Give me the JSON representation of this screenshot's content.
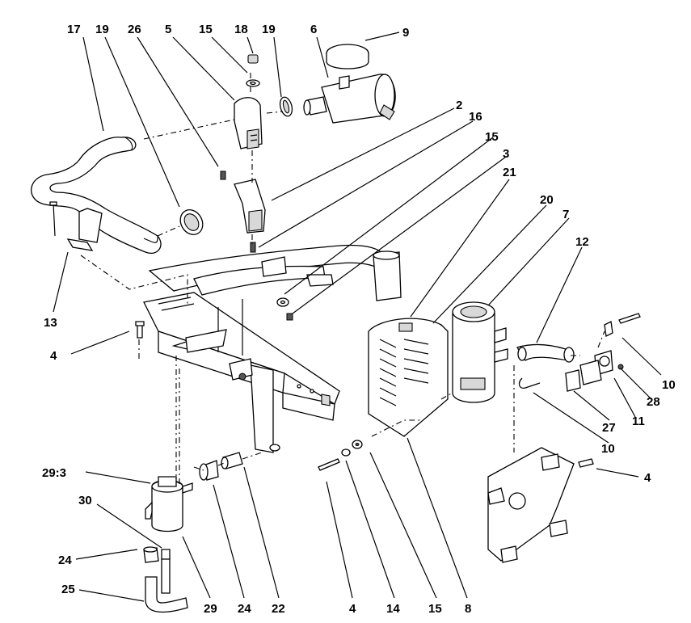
{
  "callouts": [
    {
      "id": "c17",
      "label": "17"
    },
    {
      "id": "c19a",
      "label": "19"
    },
    {
      "id": "c26",
      "label": "26"
    },
    {
      "id": "c5",
      "label": "5"
    },
    {
      "id": "c15a",
      "label": "15"
    },
    {
      "id": "c18",
      "label": "18"
    },
    {
      "id": "c19b",
      "label": "19"
    },
    {
      "id": "c6",
      "label": "6"
    },
    {
      "id": "c9",
      "label": "9"
    },
    {
      "id": "c2",
      "label": "2"
    },
    {
      "id": "c16",
      "label": "16"
    },
    {
      "id": "c15b",
      "label": "15"
    },
    {
      "id": "c3",
      "label": "3"
    },
    {
      "id": "c21",
      "label": "21"
    },
    {
      "id": "c20",
      "label": "20"
    },
    {
      "id": "c7",
      "label": "7"
    },
    {
      "id": "c12",
      "label": "12"
    },
    {
      "id": "c13",
      "label": "13"
    },
    {
      "id": "c4a",
      "label": "4"
    },
    {
      "id": "c10a",
      "label": "10"
    },
    {
      "id": "c28",
      "label": "28"
    },
    {
      "id": "c11",
      "label": "11"
    },
    {
      "id": "c27",
      "label": "27"
    },
    {
      "id": "c10b",
      "label": "10"
    },
    {
      "id": "c4b",
      "label": "4"
    },
    {
      "id": "c293",
      "label": "29:3"
    },
    {
      "id": "c30",
      "label": "30"
    },
    {
      "id": "c24a",
      "label": "24"
    },
    {
      "id": "c25",
      "label": "25"
    },
    {
      "id": "c29",
      "label": "29"
    },
    {
      "id": "c24b",
      "label": "24"
    },
    {
      "id": "c22",
      "label": "22"
    },
    {
      "id": "c4c",
      "label": "4"
    },
    {
      "id": "c14",
      "label": "14"
    },
    {
      "id": "c15c",
      "label": "15"
    },
    {
      "id": "c8",
      "label": "8"
    }
  ]
}
